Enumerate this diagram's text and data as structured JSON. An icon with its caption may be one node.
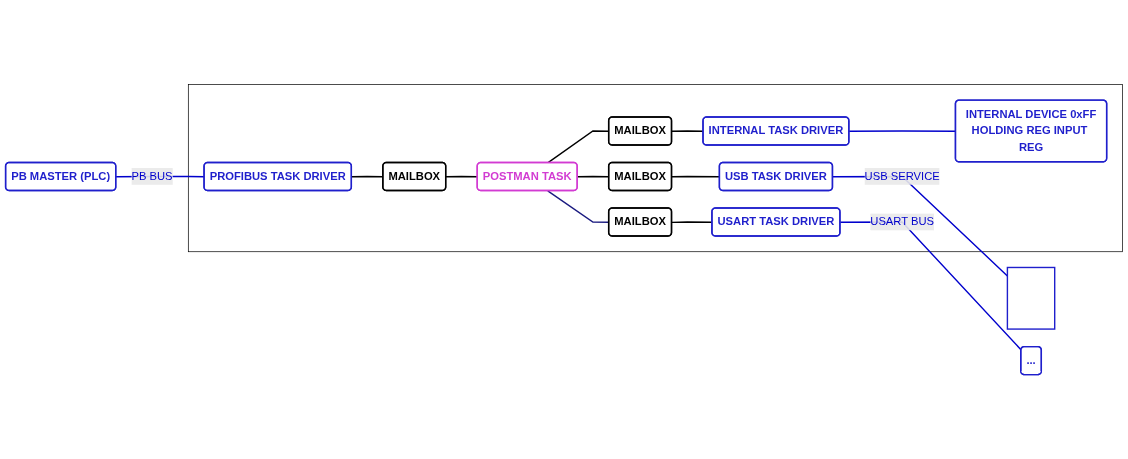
{
  "diagram": {
    "nodes": [
      {
        "text": [
          "PB MASTER (PLC)"
        ]
      },
      {
        "text": [],
        "shape": "box"
      },
      {
        "text": [
          "PROFIBUS TASK DRIVER"
        ],
        "in": 1
      },
      {
        "text": [
          "MAILBOX"
        ],
        "in": 1
      },
      {
        "text": [
          "POSTMAN TASK"
        ],
        "in": 1
      },
      {
        "text": [
          "MAILBOX"
        ],
        "in": 1
      },
      {
        "text": [
          "INTERNAL TASK DRIVER"
        ],
        "in": 1
      },
      {
        "text": [
          "INTERNAL DEVICE 0xFF",
          "HOLDING REG INPUT REG"
        ],
        "in": 1
      },
      {
        "text": [
          "MAILBOX"
        ],
        "in": 1
      },
      {
        "text": [
          "USB TASK DRIVER"
        ],
        "in": 1
      },
      {
        "text": [
          "MAILBOX"
        ],
        "in": 1
      },
      {
        "text": [
          "USART TASK DRIVER"
        ],
        "in": 1
      },
      {
        "text": [],
        "shape": "box"
      },
      {
        "text": [
          "..."
        ]
      }
    ],
    "edges": [
      {
        "from": 0,
        "to": 2,
        "arrow": "none",
        "label": "PB BUS",
        "color": "#0000cc"
      },
      {
        "from": 2,
        "to": 3,
        "arrow": "none"
      },
      {
        "from": 3,
        "to": 4,
        "arrow": "none"
      },
      {
        "from": 4,
        "to": 5,
        "arrow": "none"
      },
      {
        "from": 4,
        "to": 8,
        "arrow": "none"
      },
      {
        "from": 4,
        "to": 10,
        "arrow": "none",
        "color": "#1a1a80"
      },
      {
        "from": 5,
        "to": 6,
        "arrow": "none"
      },
      {
        "from": 6,
        "to": 7,
        "arrow": "none",
        "color": "#0000cc"
      },
      {
        "from": 8,
        "to": 9,
        "arrow": "none"
      },
      {
        "from": 9,
        "to": 12,
        "arrow": "none",
        "label": "USB SERVICE",
        "color": "#0000cc"
      },
      {
        "from": 10,
        "to": 11,
        "arrow": "none"
      },
      {
        "from": 11,
        "to": 13,
        "arrow": "none",
        "label": "USART BUS",
        "color": "#0000cc"
      }
    ]
  }
}
